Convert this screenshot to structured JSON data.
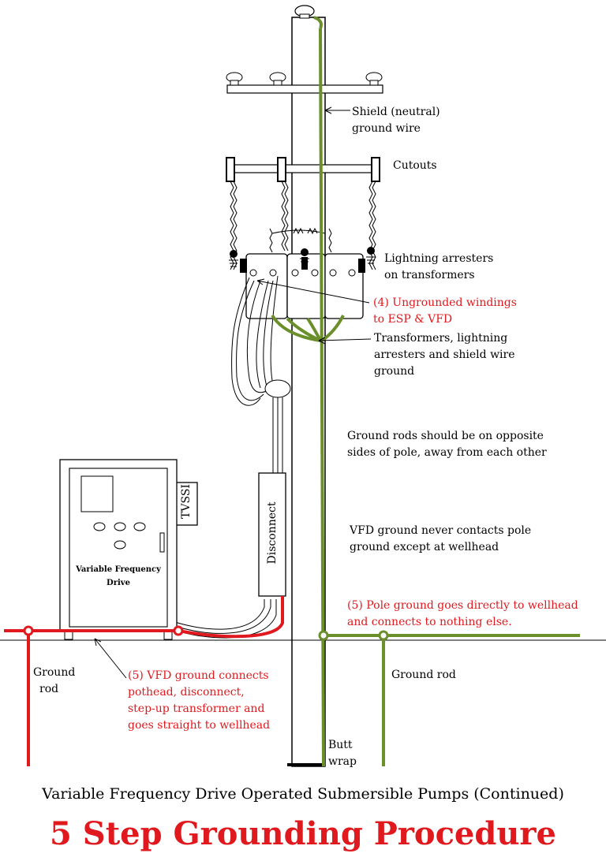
{
  "labels": {
    "shield_wire": [
      "Shield (neutral)",
      "ground wire"
    ],
    "cutouts": "Cutouts",
    "lightning_arresters": [
      "Lightning arresters",
      "on transformers"
    ],
    "ungrounded_windings": [
      "(4) Ungrounded windings",
      "to ESP & VFD"
    ],
    "transformers_ground": [
      "Transformers, lightning",
      "arresters and shield wire",
      "ground"
    ],
    "ground_rods_note": [
      "Ground rods should be on opposite",
      "sides of pole, away from each other"
    ],
    "vfd_ground_note": [
      "VFD ground never contacts pole",
      "ground except at wellhead"
    ],
    "pole_ground_note": [
      "(5) Pole ground goes directly to wellhead",
      "and connects to nothing else."
    ],
    "ground_rod_right": "Ground rod",
    "ground_rod_left": [
      "Ground",
      "rod"
    ],
    "vfd_ground_connects": [
      "(5) VFD ground connects",
      "pothead, disconnect,",
      "step-up transformer and",
      "goes straight to wellhead"
    ],
    "butt_wrap": [
      "Butt",
      "wrap"
    ],
    "tvssi": "TVSSI",
    "disconnect": "Disconnect",
    "vfd_name": [
      "Variable Frequency",
      "Drive"
    ]
  },
  "subtitle": "Variable Frequency Drive Operated Submersible Pumps (Continued)",
  "title": "5 Step Grounding Procedure",
  "colors": {
    "green": "#6b8f2a",
    "red": "#e0191e",
    "black": "#000000"
  }
}
